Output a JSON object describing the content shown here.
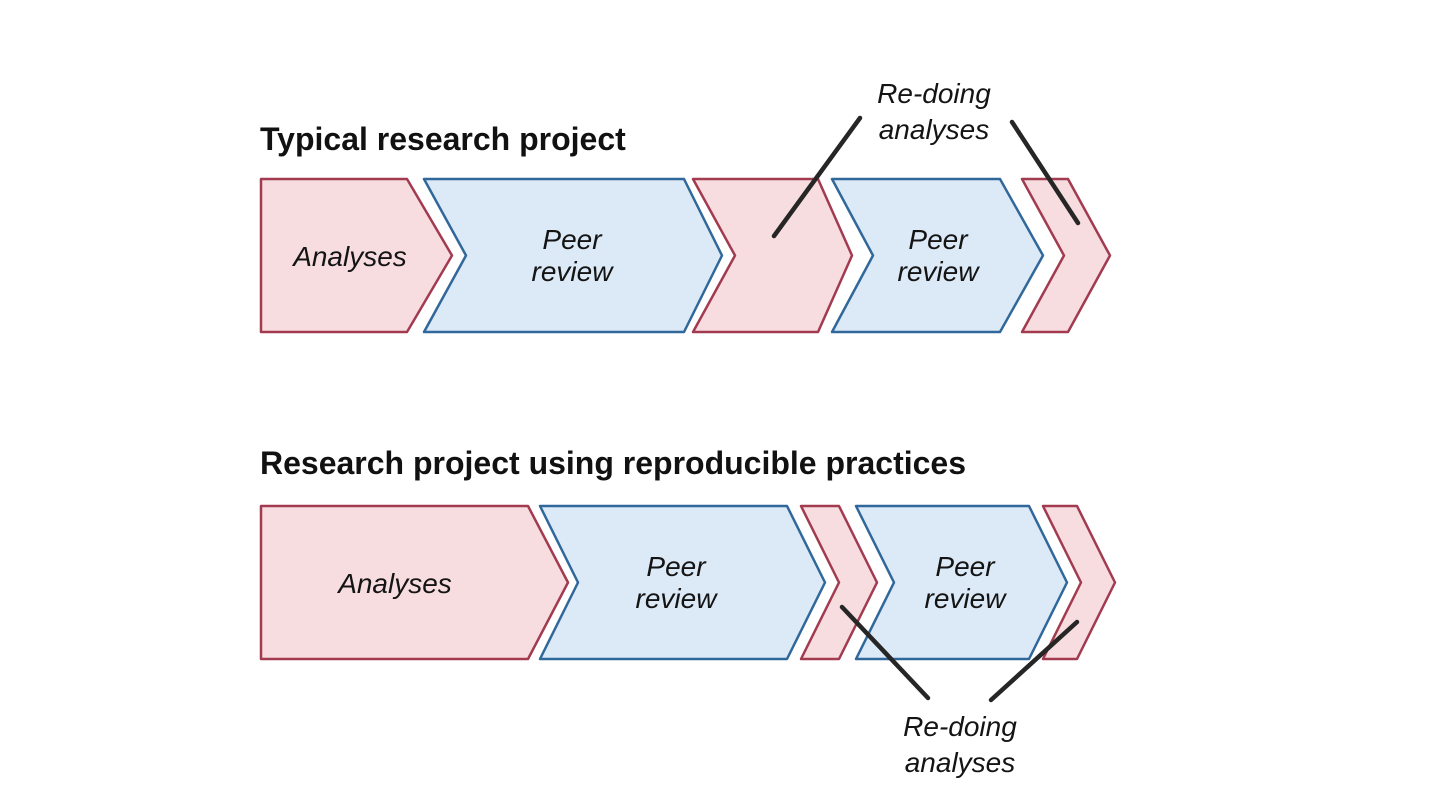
{
  "colors": {
    "background": "#ffffff",
    "pink_fill": "#f7dde0",
    "pink_stroke": "#a23b50",
    "blue_fill": "#dce9f6",
    "blue_stroke": "#31689b",
    "leader_line": "#262626",
    "text": "#141414"
  },
  "diagram1": {
    "title": "Typical research project",
    "analyses_label": "Analyses",
    "peer_review_1_line1": "Peer",
    "peer_review_1_line2": "review",
    "peer_review_2_line1": "Peer",
    "peer_review_2_line2": "review",
    "annotation_line1": "Re-doing",
    "annotation_line2": "analyses"
  },
  "diagram2": {
    "title": "Research project using reproducible practices",
    "analyses_label": "Analyses",
    "peer_review_1_line1": "Peer",
    "peer_review_1_line2": "review",
    "peer_review_2_line1": "Peer",
    "peer_review_2_line2": "review",
    "annotation_line1": "Re-doing",
    "annotation_line2": "analyses"
  }
}
